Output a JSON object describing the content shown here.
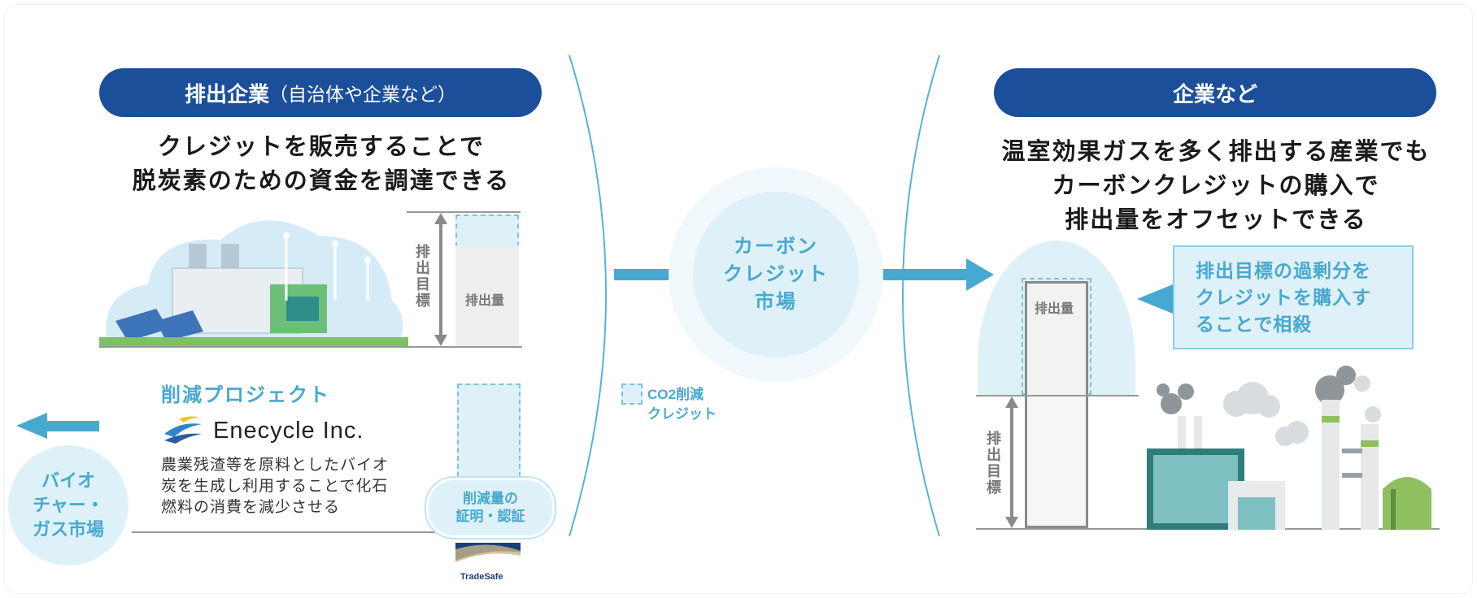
{
  "colors": {
    "navy": "#1b4f9a",
    "teal": "#47a9cf",
    "light_blue": "#dff1f8",
    "grey_line": "#888888"
  },
  "left": {
    "pill_main": "排出企業",
    "pill_sub": "（自治体や企業など）",
    "heading_line1": "クレジットを販売することで",
    "heading_line2": "脱炭素のための資金を調達できる",
    "target_label": "排出目標",
    "emission_label": "排出量",
    "project_title": "削減プロジェクト",
    "company_name": "Enecycle Inc.",
    "description_line1": "農業残渣等を原料としたバイオ",
    "description_line2": "炭を生成し利用することで化石",
    "description_line3": "燃料の消費を減少させる",
    "certify_line1": "削減量の",
    "certify_line2": "証明・認証",
    "tradesafe": "TradeSafe",
    "biochar_line1": "バイオ",
    "biochar_line2": "チャー・",
    "biochar_line3": "ガス市場"
  },
  "center": {
    "market_line1": "カーボン",
    "market_line2": "クレジット",
    "market_line3": "市場",
    "legend_line1": "CO2削減",
    "legend_line2": "クレジット"
  },
  "right": {
    "pill_main": "企業など",
    "heading_line1": "温室効果ガスを多く排出する産業でも",
    "heading_line2": "カーボンクレジットの購入で",
    "heading_line3": "排出量をオフセットできる",
    "emission_label": "排出量",
    "target_label": "排出目標",
    "callout_line1": "排出目標の過剰分を",
    "callout_line2": "クレジットを購入す",
    "callout_line3": "ることで相殺"
  }
}
